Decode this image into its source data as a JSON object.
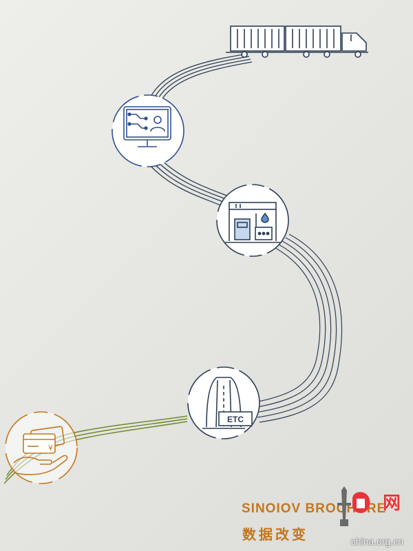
{
  "brand": {
    "english_text": "SINOIOV BROCHURE",
    "chinese_text": "数据改变"
  },
  "icons": {
    "truck": "truck-icon",
    "monitor": "monitor-user-icon",
    "gas_station": "gas-station-icon",
    "toll_gate": "etc-toll-gate-icon",
    "payment": "hand-card-payment-icon"
  },
  "etc_label": "ETC",
  "currency_symbol": "¥",
  "watermark": {
    "chinese_text": "网",
    "url_text": "china.org.cn"
  },
  "colors": {
    "line_dark": "#2e3f55",
    "icon_blue": "#2f4f8f",
    "road_green": "#6f8a2a",
    "payment_orange": "#c2771f",
    "watermark_red": "#e8343a"
  }
}
